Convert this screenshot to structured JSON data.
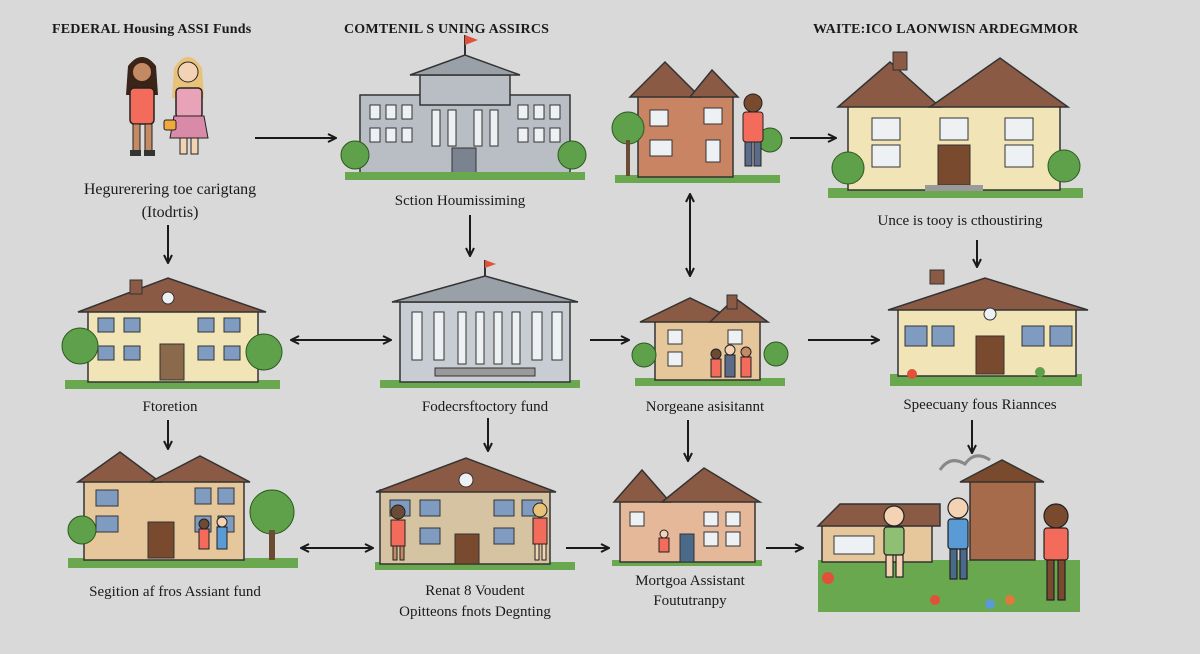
{
  "headers": {
    "h1": "FEDERAL Housing ASSI Funds",
    "h2": "COMTENIL S UNING ASSIRCS",
    "h3": "WAITE:ICO LAONWISN ARDEGMMOR"
  },
  "labels": {
    "r1c1_line1": "Hegurerering toe carigtang",
    "r1c1_line2": "(Itodrtis)",
    "r1c2": "Sction Houmissiming",
    "r1c4": "Unce is tooy is cthoustiring",
    "r2c1": "Ftoretion",
    "r2c2": "Fodecrsftoctory fund",
    "r2c3": "Norgeane asisitannt",
    "r2c4": "Speecuany fous Riannces",
    "r3c1": "Segition af fros Assiant fund",
    "r3c2_line1": "Renat 8 Voudent",
    "r3c2_line2": "Opitteons fnots Degnting",
    "r3c3_line1": "Mortgoa Assistant",
    "r3c3_line2": "Foututranpy"
  },
  "colors": {
    "background": "#d9d9d9",
    "roof": "#8a5a44",
    "wall_cream": "#f1e4b6",
    "wall_tan": "#e6c79c",
    "wall_brick": "#c98463",
    "govt_gray": "#b9bec4",
    "grass": "#6aa84f",
    "tree": "#5fa04a",
    "window": "#7f9cc0",
    "flag": "#e0513a"
  }
}
